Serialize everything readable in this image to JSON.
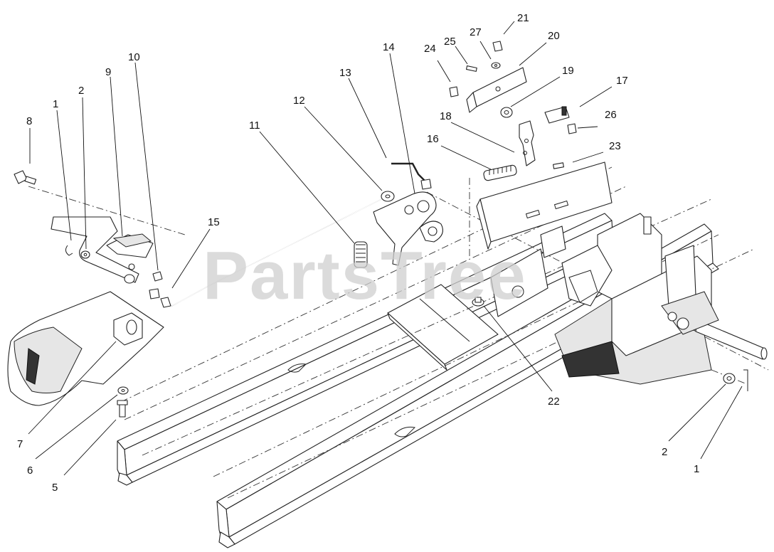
{
  "watermark": "PartsTree",
  "callouts": [
    {
      "id": "c8",
      "text": "8"
    },
    {
      "id": "c1a",
      "text": "1"
    },
    {
      "id": "c2a",
      "text": "2"
    },
    {
      "id": "c9",
      "text": "9"
    },
    {
      "id": "c10",
      "text": "10"
    },
    {
      "id": "c11",
      "text": "11"
    },
    {
      "id": "c12",
      "text": "12"
    },
    {
      "id": "c13",
      "text": "13"
    },
    {
      "id": "c14",
      "text": "14"
    },
    {
      "id": "c15",
      "text": "15"
    },
    {
      "id": "c16",
      "text": "16"
    },
    {
      "id": "c17",
      "text": "17"
    },
    {
      "id": "c18",
      "text": "18"
    },
    {
      "id": "c19",
      "text": "19"
    },
    {
      "id": "c20",
      "text": "20"
    },
    {
      "id": "c21",
      "text": "21"
    },
    {
      "id": "c22",
      "text": "22"
    },
    {
      "id": "c23",
      "text": "23"
    },
    {
      "id": "c24",
      "text": "24"
    },
    {
      "id": "c25",
      "text": "25"
    },
    {
      "id": "c26",
      "text": "26"
    },
    {
      "id": "c27",
      "text": "27"
    },
    {
      "id": "c7",
      "text": "7"
    },
    {
      "id": "c6",
      "text": "6"
    },
    {
      "id": "c5",
      "text": "5"
    },
    {
      "id": "c2b",
      "text": "2"
    },
    {
      "id": "c1b",
      "text": "1"
    }
  ]
}
